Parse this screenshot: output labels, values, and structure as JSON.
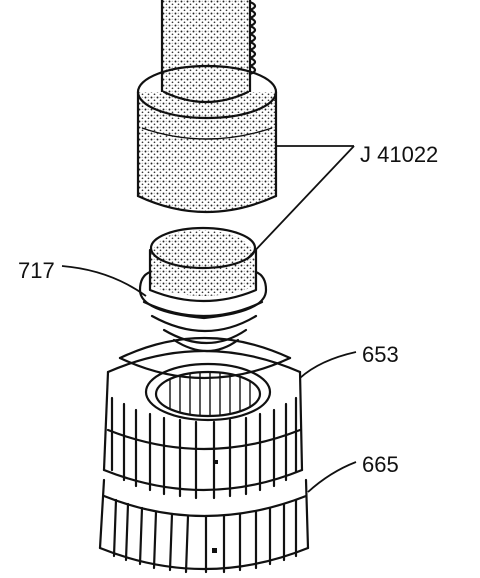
{
  "labels": {
    "tool": "J 41022",
    "seal": "717",
    "upper_housing": "653",
    "lower_housing": "665"
  }
}
